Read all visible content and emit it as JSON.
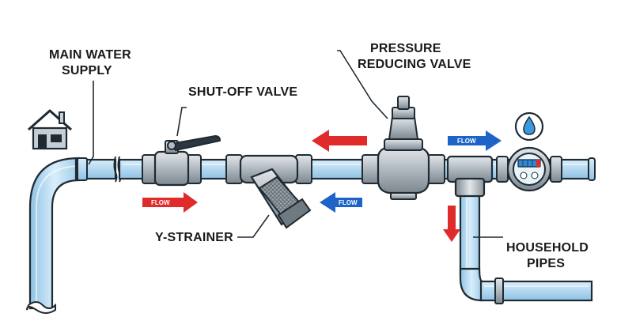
{
  "labels": {
    "main_water_supply_line1": "MAIN WATER",
    "main_water_supply_line2": "SUPPLY",
    "shutoff_valve": "SHUT-OFF VALVE",
    "pressure_reducing_valve_line1": "PRESSURE",
    "pressure_reducing_valve_line2": "REDUCING VALVE",
    "y_strainer": "Y-STRAINER",
    "household_pipes_line1": "HOUSEHOLD",
    "household_pipes_line2": "PIPES"
  },
  "flow_arrows": [
    {
      "label": "FLOW",
      "color": "#e53935"
    },
    {
      "label": "FLOW",
      "color": "#1e63c7"
    },
    {
      "label": "FLOW",
      "color": "#1e63c7"
    }
  ],
  "icons": [
    "house-icon",
    "water-drop-icon"
  ],
  "colors": {
    "pipe_fill": "#b9dcf3",
    "metal": "#9aa3ab",
    "red_arrow": "#e02b2b",
    "blue_arrow": "#1e63c7",
    "outline": "#1f2a33"
  }
}
